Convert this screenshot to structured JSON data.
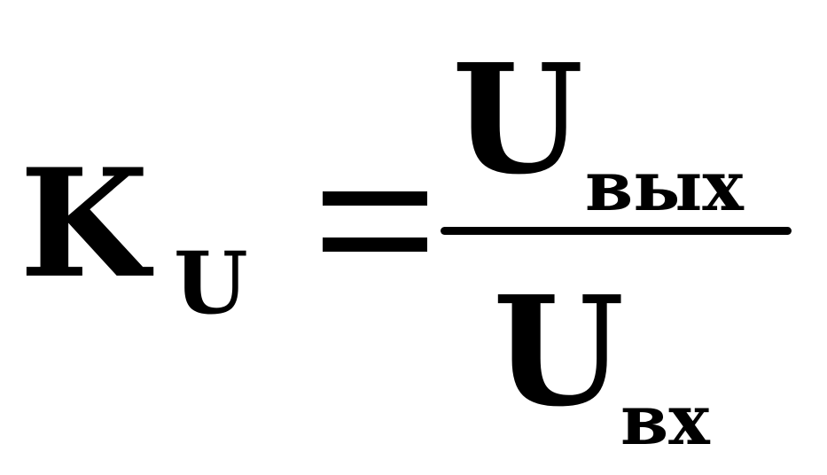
{
  "formula": {
    "lhs": {
      "symbol": "K",
      "subscript": "U"
    },
    "equals": "=",
    "numerator": {
      "symbol": "U",
      "subscript": "вых"
    },
    "denominator": {
      "symbol": "U",
      "subscript": "вх"
    }
  }
}
